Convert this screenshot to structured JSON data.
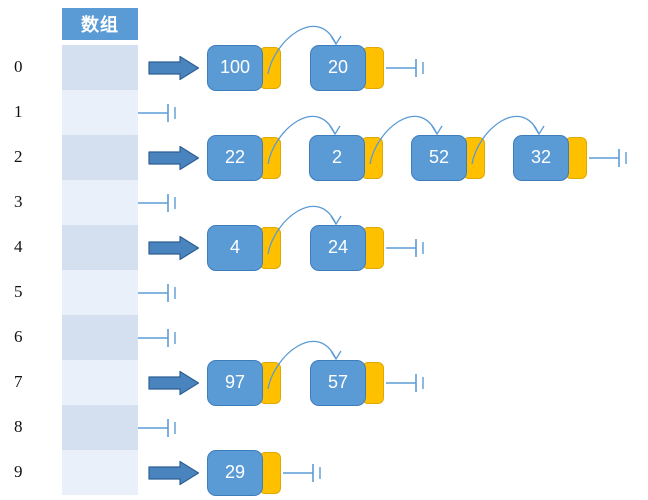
{
  "title": "hash-table-separate-chaining-diagram",
  "array": {
    "header_label": "数组",
    "header_color": "#5B9BD5",
    "cell_color_a": "#D4DFEF",
    "cell_color_b": "#EAF0F9",
    "indices": [
      "0",
      "1",
      "2",
      "3",
      "4",
      "5",
      "6",
      "7",
      "8",
      "9"
    ]
  },
  "colors": {
    "node_fill": "#5B9BD5",
    "node_stroke": "#3E7DBC",
    "pointer_fill": "#FFC000",
    "pointer_stroke": "#E0A800",
    "arrow_fill": "#4A84BF",
    "arrow_stroke": "#2E5F93",
    "link_stroke": "#5B9BD5",
    "text_on_node": "#FFFFFF",
    "index_text": "#111111"
  },
  "buckets": [
    {
      "index": "0",
      "occupied": true,
      "nodes": [
        "100",
        "20"
      ]
    },
    {
      "index": "1",
      "occupied": false,
      "nodes": []
    },
    {
      "index": "2",
      "occupied": true,
      "nodes": [
        "22",
        "2",
        "52",
        "32"
      ]
    },
    {
      "index": "3",
      "occupied": false,
      "nodes": []
    },
    {
      "index": "4",
      "occupied": true,
      "nodes": [
        "4",
        "24"
      ]
    },
    {
      "index": "5",
      "occupied": false,
      "nodes": []
    },
    {
      "index": "6",
      "occupied": false,
      "nodes": []
    },
    {
      "index": "7",
      "occupied": true,
      "nodes": [
        "97",
        "57"
      ]
    },
    {
      "index": "8",
      "occupied": false,
      "nodes": []
    },
    {
      "index": "9",
      "occupied": true,
      "nodes": [
        "29"
      ]
    }
  ],
  "icons": {
    "head_arrow": "right-block-arrow-icon",
    "null_terminator": "null-terminator-icon",
    "link": "curved-link-arrow-icon"
  }
}
